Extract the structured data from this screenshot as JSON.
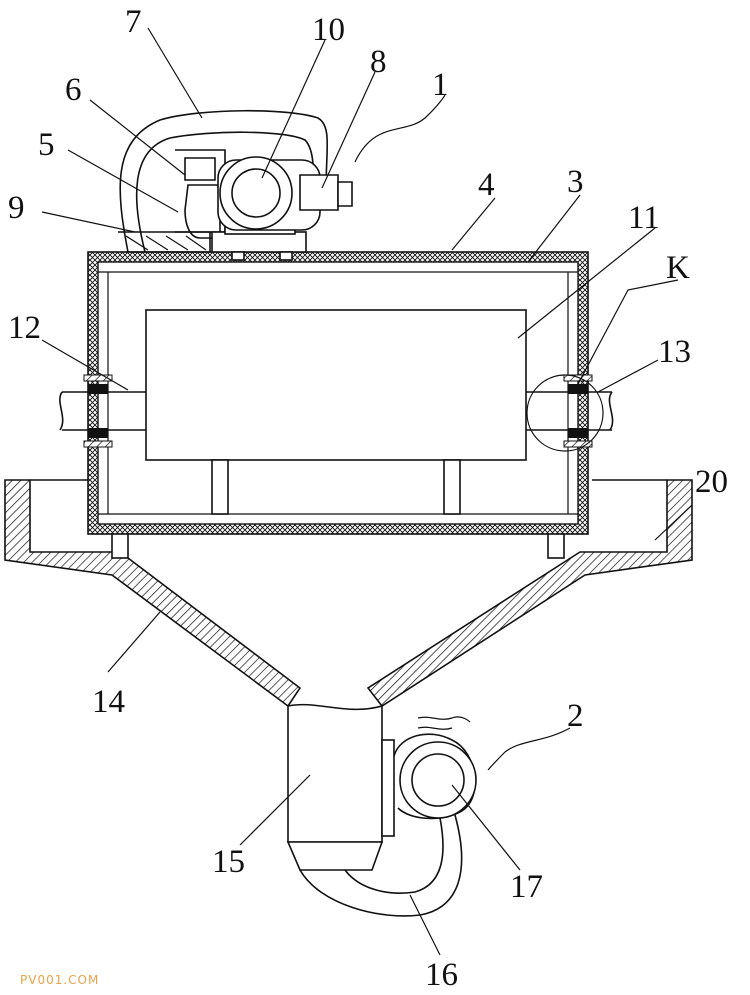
{
  "labels": {
    "l1": "1",
    "l2": "2",
    "l3": "3",
    "l4": "4",
    "l5": "5",
    "l6": "6",
    "l7": "7",
    "l8": "8",
    "l9": "9",
    "l10": "10",
    "l11": "11",
    "lK": "K",
    "l12": "12",
    "l13": "13",
    "l14": "14",
    "l15": "15",
    "l16": "16",
    "l17": "17",
    "l20": "20"
  },
  "watermark": "PV001.COM"
}
